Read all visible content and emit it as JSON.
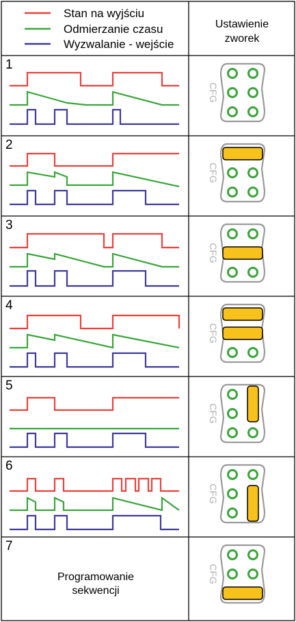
{
  "legend": {
    "entries": [
      {
        "label": "Stan na wyjściu",
        "color": "#e8413c"
      },
      {
        "label": "Odmierzanie czasu",
        "color": "#3aa53a"
      },
      {
        "label": "Wyzwalanie - wejście",
        "color": "#3d3a99"
      }
    ]
  },
  "header": {
    "settings_line1": "Ustawienie",
    "settings_line2": "zworek"
  },
  "connector_label": "CFG",
  "colors": {
    "pin": "#3aa53a",
    "jumper": "#f7c21b",
    "border": "#000000",
    "outline": "#9a9a9a"
  },
  "modes": [
    {
      "number": "1",
      "jumper": "none"
    },
    {
      "number": "2",
      "jumper": "top-horizontal"
    },
    {
      "number": "3",
      "jumper": "middle-horizontal"
    },
    {
      "number": "4",
      "jumper": "top-middle-horizontal"
    },
    {
      "number": "5",
      "jumper": "right-vertical-top"
    },
    {
      "number": "6",
      "jumper": "right-vertical-bottom"
    },
    {
      "number": "7",
      "jumper": "bottom-horizontal",
      "text_line1": "Programowanie",
      "text_line2": "sekwencji"
    }
  ]
}
